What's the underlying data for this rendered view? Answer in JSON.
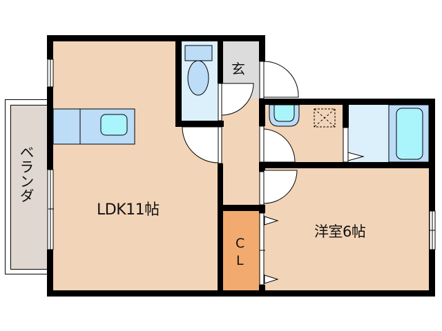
{
  "plan": {
    "colors": {
      "floor": "#f2d4b8",
      "wall": "#000000",
      "closet": "#f2aa6e",
      "entrance": "#dcdcdc",
      "wet_area_light": "#dcf0fc",
      "fixture_blue": "#bcdcf8",
      "fixture_cyan": "#aaf4fc",
      "balcony": "#e0d8d0"
    },
    "rooms": {
      "ldk": {
        "label": "LDK11帖"
      },
      "western_room": {
        "label": "洋室6帖"
      },
      "closet": {
        "label_line1": "C",
        "label_line2": "L"
      },
      "entrance": {
        "label": "玄"
      },
      "balcony": {
        "label": "ベランダ"
      }
    }
  }
}
